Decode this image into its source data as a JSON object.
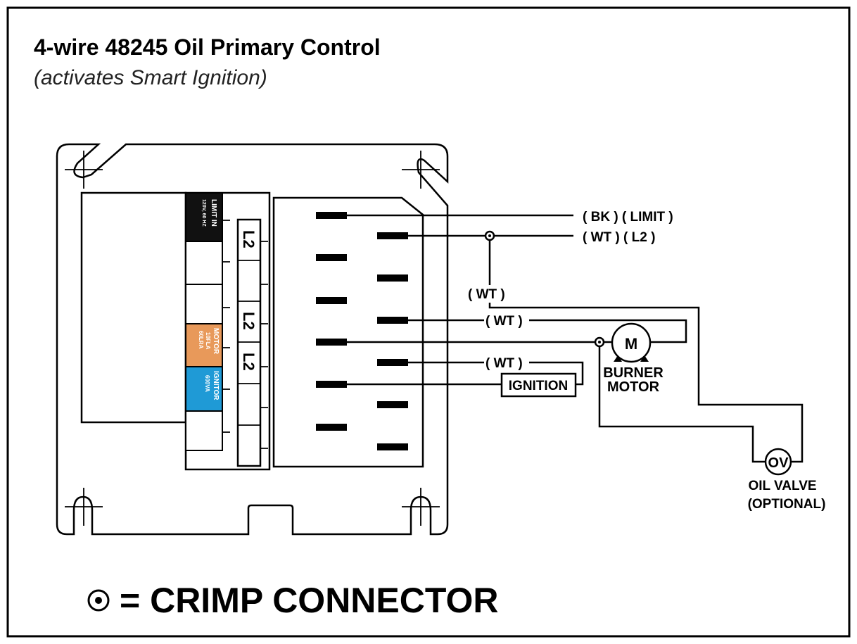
{
  "title": "4-wire 48245 Oil Primary Control",
  "subtitle": "(activates Smart Ignition)",
  "control": {
    "terminals": [
      {
        "label": "LIMIT IN",
        "sub": "120V, 60 HZ",
        "color": "#111111"
      },
      {
        "label": "",
        "sub": "",
        "color": "#ffffff"
      },
      {
        "label": "",
        "sub": "",
        "color": "#ffffff"
      },
      {
        "label": "MOTOR",
        "sub": "10FLA",
        "sub2": "60LRA",
        "color": "#e8995a"
      },
      {
        "label": "IGNITOR",
        "sub": "600VA",
        "color": "#1f9ad6"
      },
      {
        "label": "",
        "sub": "",
        "color": "#ffffff"
      }
    ],
    "l2_labels": [
      "L2",
      "L2",
      "L2"
    ]
  },
  "wires": {
    "limit": "( BK ) ( LIMIT )",
    "l2": "( WT ) ( L2 )",
    "wt_vertical": "( WT )",
    "wt_motor": "( WT )",
    "wt_ignition": "( WT )"
  },
  "components": {
    "ignition": "IGNITION",
    "motor_symbol": "M",
    "motor_label_1": "BURNER",
    "motor_label_2": "MOTOR",
    "valve_symbol": "OV",
    "valve_label_1": "OIL VALVE",
    "valve_label_2": "(OPTIONAL)"
  },
  "legend": {
    "text": "= CRIMP CONNECTOR",
    "icon": "crimp-connector-icon"
  }
}
